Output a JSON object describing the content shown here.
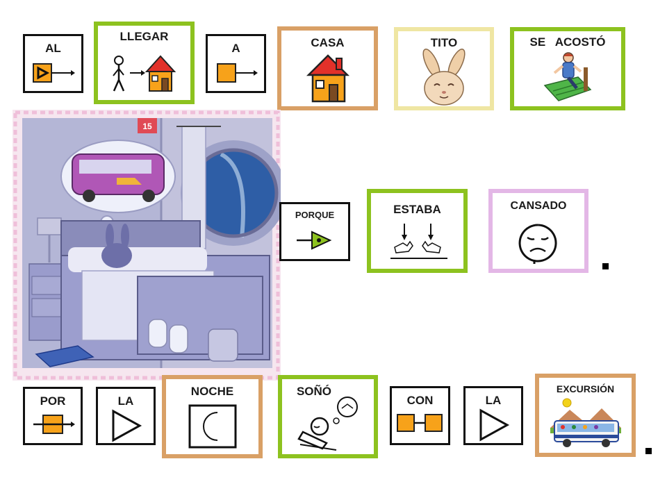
{
  "colors": {
    "green": "#8dc21f",
    "tan": "#d9a066",
    "yellow": "#efe6a3",
    "pink": "#e3b7e6",
    "black": "#111111",
    "orange": "#f7a21a",
    "red": "#e2312a"
  },
  "cards": {
    "al": "AL",
    "llegar": "LLEGAR",
    "a": "A",
    "casa": "CASA",
    "tito": "TITO",
    "se_acosto": "SE   ACOSTÓ",
    "porque": "PORQUE",
    "estaba": "ESTABA",
    "cansado": "CANSADO",
    "por": "POR",
    "la1": "LA",
    "noche": "NOCHE",
    "sono": "SOÑÓ",
    "con": "CON",
    "la2": "LA",
    "excursion": "EXCURSIÓN"
  },
  "scene": {
    "page_number": "15"
  },
  "icons": {
    "al": "arrow-into-box-icon",
    "llegar": "person-walking-to-house-icon",
    "a": "box-arrow-icon",
    "casa": "house-icon",
    "tito": "rabbit-face-icon",
    "se_acosto": "person-lying-in-bed-icon",
    "porque": "arrow-circle-icon",
    "estaba": "hands-down-icon",
    "cansado": "tired-face-icon",
    "por": "arrow-through-box-icon",
    "la": "triangle-icon",
    "noche": "moon-icon",
    "sono": "dreaming-person-icon",
    "con": "linked-boxes-icon",
    "excursion": "bus-trip-icon"
  }
}
